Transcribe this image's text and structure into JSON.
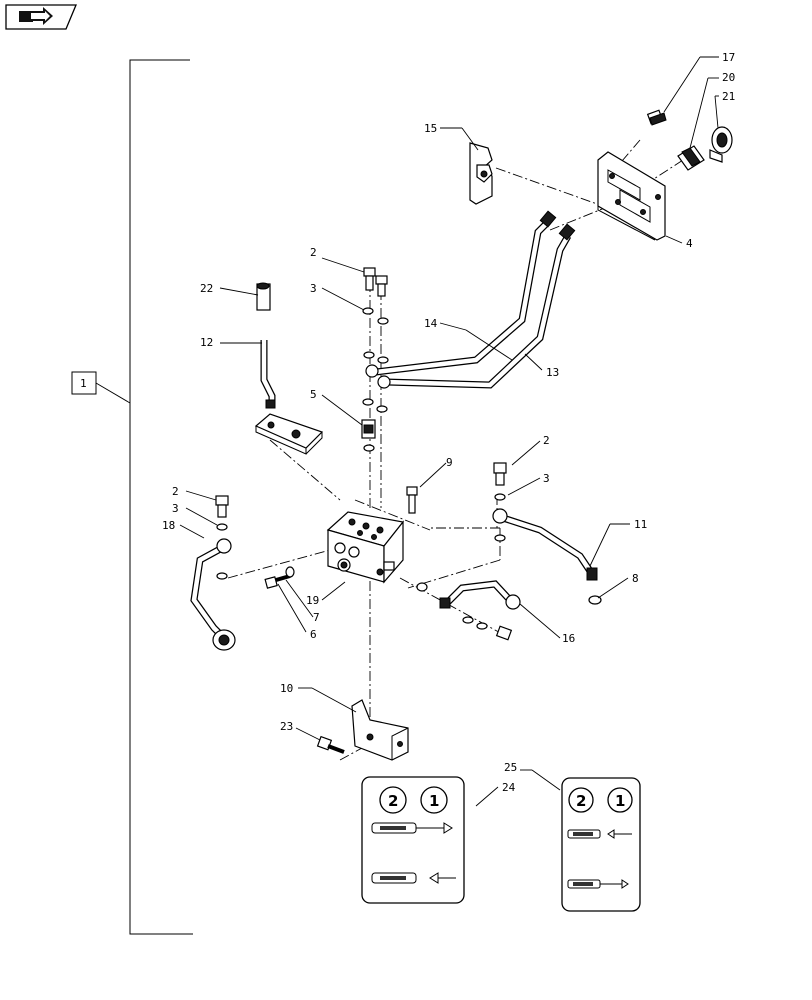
{
  "nav": {
    "icon": "return-arrow-icon"
  },
  "group_label": "1",
  "callouts": {
    "c2a": "2",
    "c3a": "3",
    "c22": "22",
    "c12": "12",
    "c5": "5",
    "c14": "14",
    "c13": "13",
    "c15": "15",
    "c4": "4",
    "c17": "17",
    "c20": "20",
    "c21": "21",
    "c2b": "2",
    "c3b": "3",
    "c18": "18",
    "c9": "9",
    "c2c": "2",
    "c3c": "3",
    "c11": "11",
    "c8": "8",
    "c19": "19",
    "c7": "7",
    "c6": "6",
    "c16": "16",
    "c10": "10",
    "c23": "23",
    "c25": "25",
    "c24": "24"
  },
  "decal_24": {
    "disc_left": "2",
    "disc_right": "1"
  },
  "decal_25": {
    "disc_left": "2",
    "disc_right": "1"
  }
}
